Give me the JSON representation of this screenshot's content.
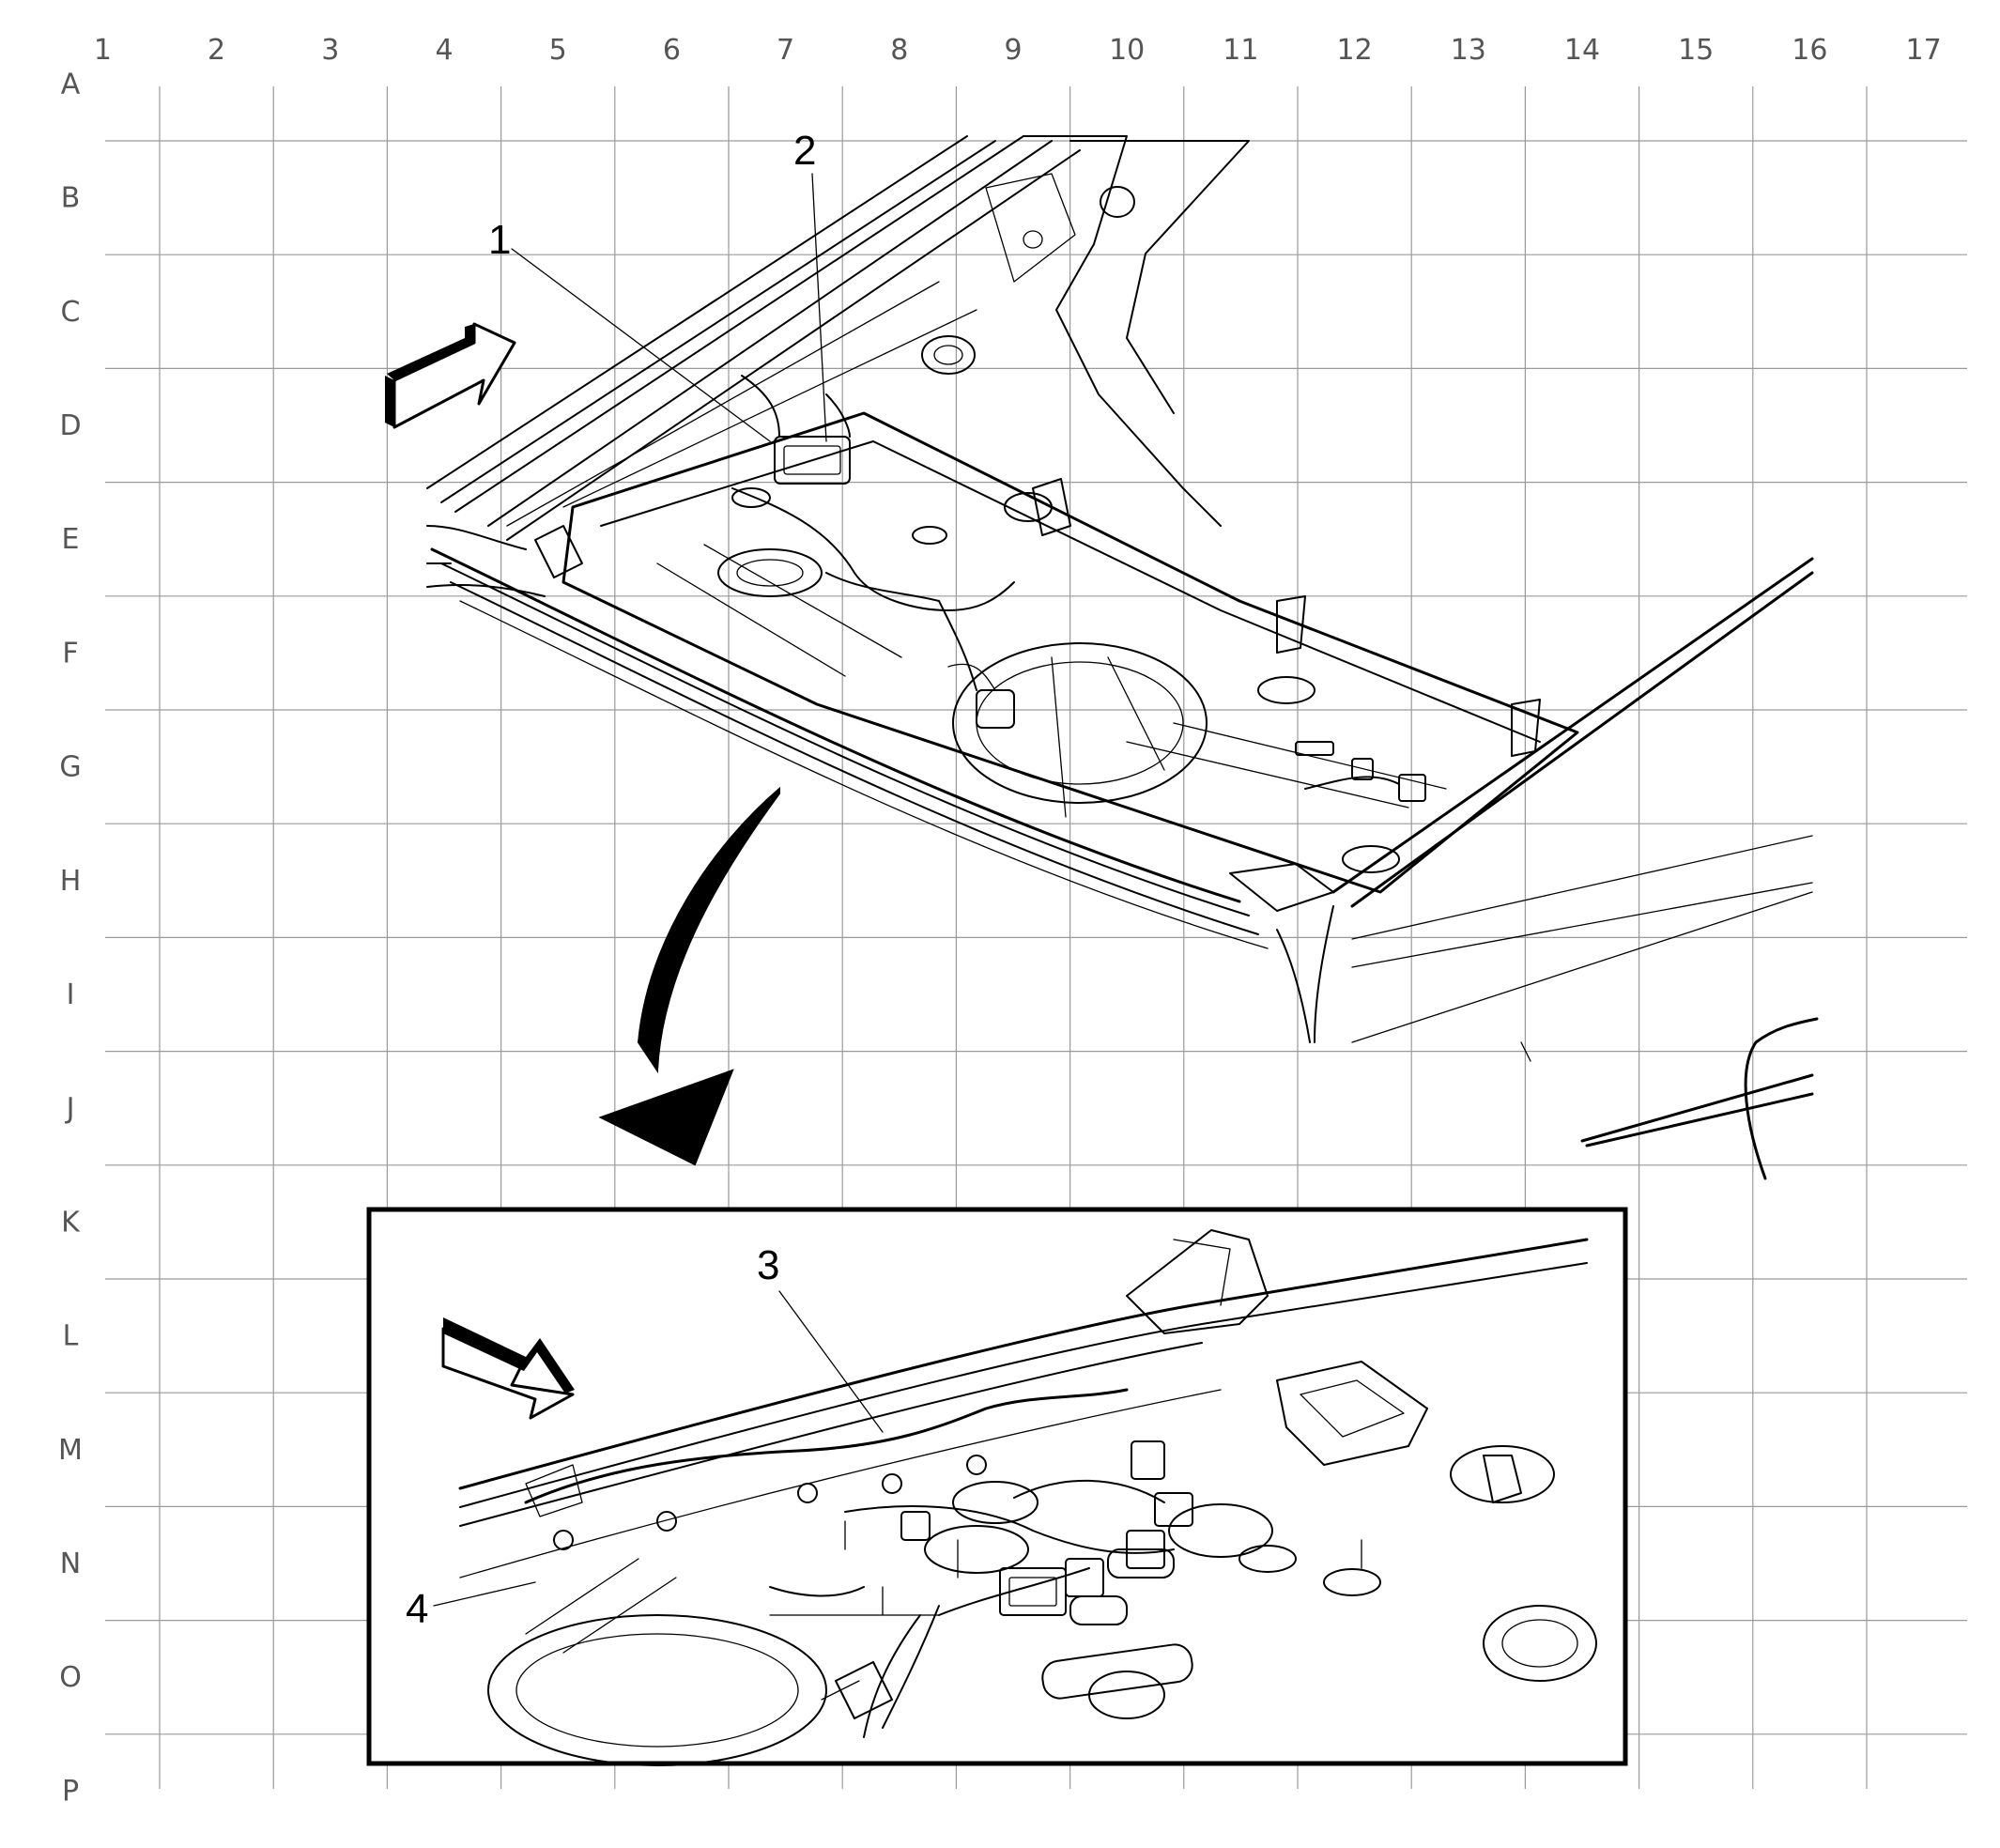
{
  "grid": {
    "columns": [
      "1",
      "2",
      "3",
      "4",
      "5",
      "6",
      "7",
      "8",
      "9",
      "10",
      "11",
      "12",
      "13",
      "14",
      "15",
      "16",
      "17"
    ],
    "rows": [
      "A",
      "B",
      "C",
      "D",
      "E",
      "F",
      "G",
      "H",
      "I",
      "J",
      "K",
      "L",
      "M",
      "N",
      "O",
      "P"
    ],
    "line_color": "#9a9a9a",
    "label_color": "#555555"
  },
  "callouts": {
    "c1": "1",
    "c2": "2",
    "c3": "3",
    "c4": "4"
  },
  "icons": {
    "direction_arrow_main": "front-direction-arrow-icon",
    "direction_arrow_detail": "front-direction-arrow-icon",
    "detail_arrow": "curved-arrow-icon"
  }
}
